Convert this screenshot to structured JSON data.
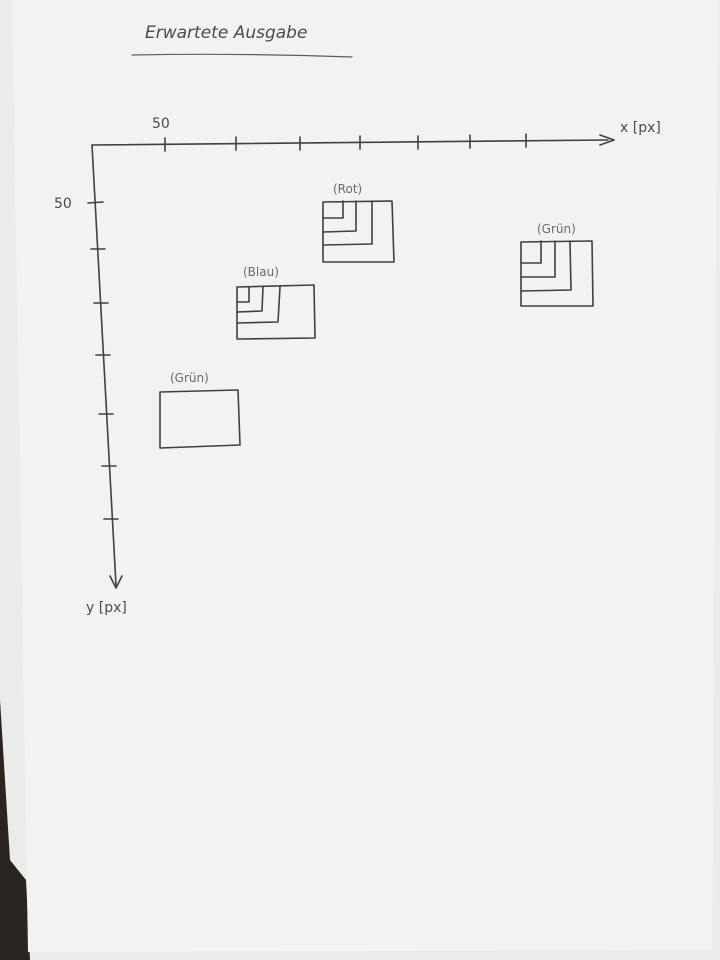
{
  "title": "Erwartete Ausgabe",
  "axes": {
    "x_label": "x [px]",
    "y_label": "y [px]",
    "x_tick_label": "50",
    "y_tick_label": "50"
  },
  "boxes": [
    {
      "label": "(Grün)",
      "nested": false
    },
    {
      "label": "(Blau)",
      "nested": true
    },
    {
      "label": "(Rot)",
      "nested": true
    },
    {
      "label": "(Grün)",
      "nested": true
    }
  ],
  "colors": {
    "paper": "#f1f1ef",
    "ink": "#3f3f45",
    "background": "#2a2520"
  }
}
